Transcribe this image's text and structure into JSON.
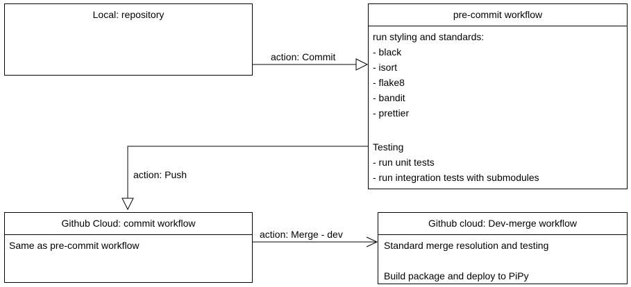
{
  "boxes": {
    "local": {
      "title": "Local: repository"
    },
    "precommit": {
      "title": "pre-commit workflow",
      "lines": [
        "run styling and standards:",
        "- black",
        "- isort",
        "- flake8",
        "- bandit",
        "- prettier",
        "",
        "Testing",
        "- run unit tests",
        "- run integration tests with submodules"
      ]
    },
    "github_commit": {
      "title": "Github Cloud: commit workflow",
      "lines": [
        "Same as pre-commit workflow"
      ]
    },
    "github_merge": {
      "title": "Github cloud: Dev-merge workflow",
      "lines": [
        "Standard merge resolution and testing",
        "",
        "Build package and deploy to PiPy"
      ]
    }
  },
  "edges": {
    "commit": "action: Commit",
    "push": "action: Push",
    "merge": "action: Merge - dev"
  }
}
